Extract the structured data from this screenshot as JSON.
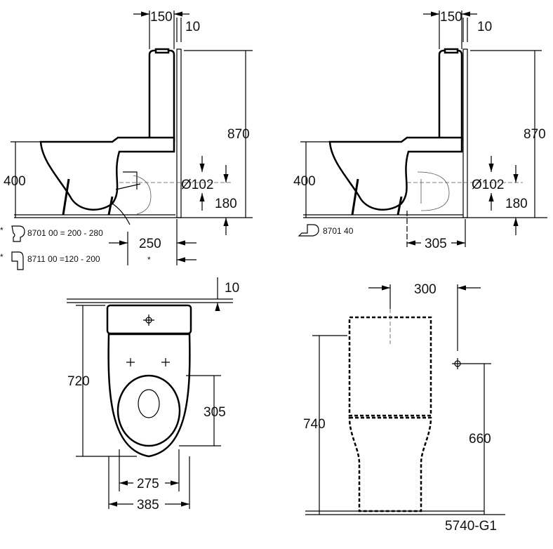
{
  "side_view_standard": {
    "dim_tank_depth": "150",
    "dim_wall_gap": "10",
    "dim_height": "870",
    "dim_seat_height": "400",
    "dim_outlet_diameter": "Ø102",
    "dim_outlet_height": "180",
    "dim_outlet_distance": "250",
    "asterisk": "*",
    "bend_1": "8701 00 = 200 - 280",
    "bend_2": "8711 00 =120 - 200"
  },
  "side_view_floor_outlet": {
    "dim_tank_depth": "150",
    "dim_wall_gap": "10",
    "dim_height": "870",
    "dim_seat_height": "400",
    "dim_outlet_diameter": "Ø102",
    "dim_outlet_height": "180",
    "dim_outlet_distance": "305",
    "connector": "8701 40"
  },
  "top_view": {
    "dim_wall_gap": "10",
    "dim_length": "720",
    "dim_seat_length": "305",
    "dim_inner_width": "275",
    "dim_width": "385"
  },
  "installation_view": {
    "dim_fixing_width": "300",
    "dim_overall": "740",
    "dim_fixing_height": "660",
    "drawing_code": "5740-G1"
  }
}
